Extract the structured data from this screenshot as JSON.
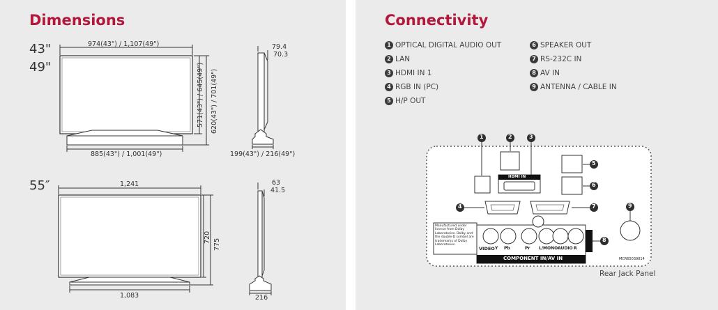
{
  "dimensions": {
    "title": "Dimensions",
    "size_43": "43\"",
    "size_49": "49\"",
    "size_55": "55″",
    "top_small": {
      "width_label": "974(43\") / 1,107(49\")",
      "height_label": "571(43\") / 645(49\")",
      "height_stand_label": "620(43\") / 701(49\")",
      "stand_label": "885(43\") / 1,001(49\")",
      "depth_top": "79.4",
      "depth_body": "70.3",
      "depth_stand": "199(43\") / 216(49\")"
    },
    "bottom_large": {
      "width_label": "1,241",
      "height_label": "720",
      "height_stand_label": "775",
      "stand_label": "1,083",
      "depth_top": "63",
      "depth_body": "41.5",
      "depth_stand": "216"
    }
  },
  "connectivity": {
    "title": "Connectivity",
    "col1": [
      {
        "n": "1",
        "label": "OPTICAL DIGITAL AUDIO OUT"
      },
      {
        "n": "2",
        "label": "LAN"
      },
      {
        "n": "3",
        "label": "HDMI IN 1"
      },
      {
        "n": "4",
        "label": "RGB IN (PC)"
      },
      {
        "n": "5",
        "label": "H/P OUT"
      }
    ],
    "col2": [
      {
        "n": "6",
        "label": "SPEAKER OUT"
      },
      {
        "n": "7",
        "label": "RS-232C IN"
      },
      {
        "n": "8",
        "label": "AV IN"
      },
      {
        "n": "9",
        "label": "ANTENNA / CABLE IN"
      }
    ],
    "panel": {
      "hdmi_label": "HDMI IN",
      "dolby_note": "Manufactured under license from Dolby Laboratories. Dolby and the double-D symbol are trademarks of Dolby Laboratories.",
      "video": "VIDEO",
      "y": "Y",
      "pb": "Pb",
      "pr": "Pr",
      "l_mono": "L/MONO",
      "audio": "AUDIO",
      "r": "R",
      "component": "COMPONENT IN/AV IN",
      "code": "MCR65039014",
      "callouts": [
        "1",
        "2",
        "3",
        "4",
        "5",
        "6",
        "7",
        "8",
        "9"
      ]
    },
    "caption": "Rear Jack Panel"
  },
  "colors": {
    "accent": "#b3173c",
    "panel_bg": "#ebebeb"
  }
}
